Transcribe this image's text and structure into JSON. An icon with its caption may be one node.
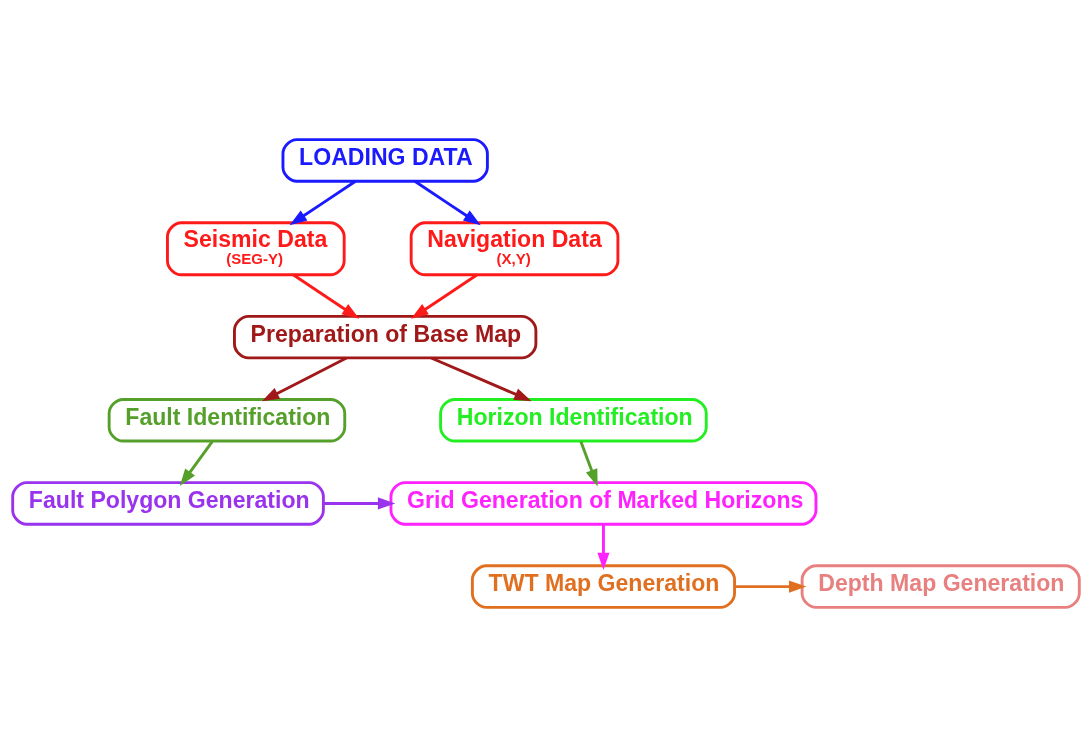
{
  "diagram": {
    "nodes": [
      {
        "text": [
          "LOADING DATA"
        ]
      },
      {
        "text": [
          "Seismic Data",
          "(SEG-Y)"
        ]
      },
      {
        "text": [
          "Navigation Data",
          "(X,Y)"
        ]
      },
      {
        "text": [
          "Preparation of Base Map"
        ]
      },
      {
        "text": [
          "Horizon Identification"
        ]
      },
      {
        "text": [
          "Fault Identification"
        ]
      },
      {
        "text": [
          "Grid Generation of Marked Horizons"
        ]
      },
      {
        "text": [
          "Fault Polygon Generation"
        ]
      },
      {
        "text": [
          "TWT Map Generation"
        ]
      },
      {
        "text": [
          "Depth Map Generation"
        ]
      }
    ],
    "edges": [
      {
        "from": 0,
        "to": 1,
        "arrow": "to",
        "color": "#1a1aff"
      },
      {
        "from": 0,
        "to": 2,
        "arrow": "to",
        "color": "#1a1aff"
      },
      {
        "from": 1,
        "to": 3,
        "arrow": "to",
        "color": "#ff1a1a"
      },
      {
        "from": 2,
        "to": 3,
        "arrow": "to",
        "color": "#ff1a1a"
      },
      {
        "from": 3,
        "to": 4,
        "arrow": "to",
        "color": "#a01818"
      },
      {
        "from": 3,
        "to": 5,
        "arrow": "to",
        "color": "#a01818"
      },
      {
        "from": 4,
        "to": 6,
        "arrow": "to",
        "color": "#55a02a"
      },
      {
        "from": 5,
        "to": 7,
        "arrow": "to",
        "color": "#55a02a"
      },
      {
        "from": 7,
        "to": 6,
        "arrow": "to",
        "color": "#9933ee"
      },
      {
        "from": 6,
        "to": 8,
        "arrow": "to",
        "color": "#ff22ff"
      },
      {
        "from": 8,
        "to": 9,
        "arrow": "to",
        "color": "#e07020"
      }
    ]
  }
}
